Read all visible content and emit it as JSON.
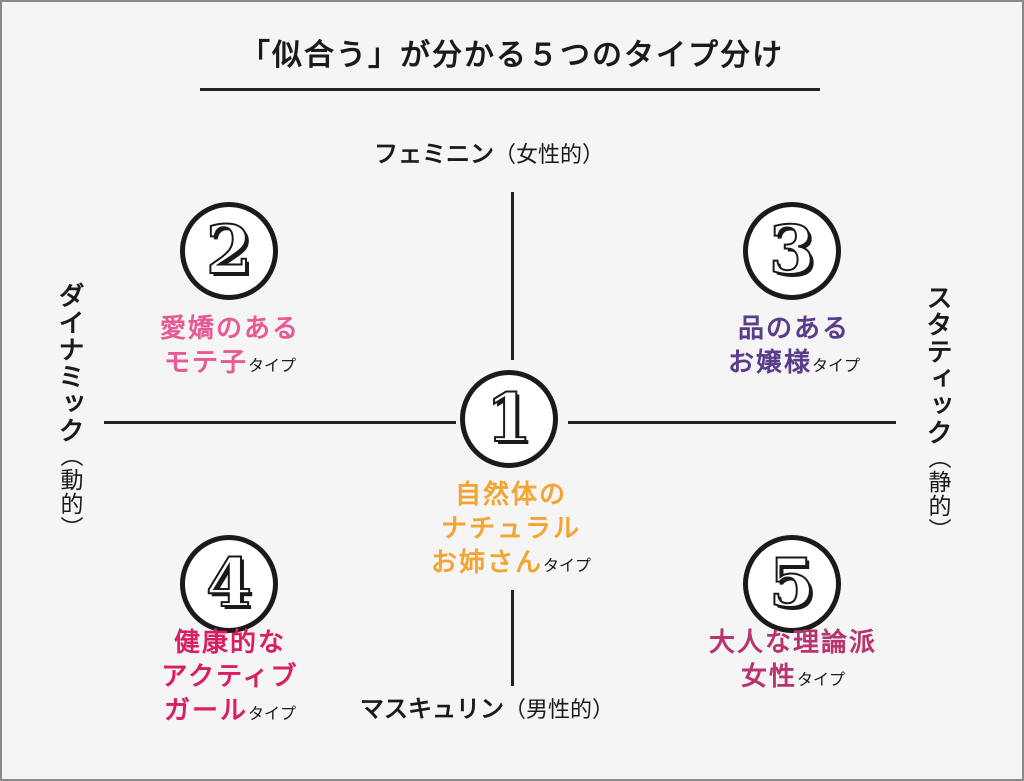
{
  "title": "「似合う」が分かる５つのタイプ分け",
  "axes": {
    "top": {
      "main": "フェミニン",
      "paren": "（女性的）"
    },
    "bottom": {
      "main": "マスキュリン",
      "paren": "（男性的）"
    },
    "left": {
      "main": "ダイナミック",
      "paren": "（動的）"
    },
    "right": {
      "main": "スタティック",
      "paren": "（静的）"
    }
  },
  "types": [
    {
      "number": "1",
      "lines": [
        "自然体の",
        "ナチュラル",
        "お姉さん"
      ],
      "suffix": "タイプ",
      "color": "#f2a532"
    },
    {
      "number": "2",
      "lines": [
        "愛嬌のある",
        "モテ子"
      ],
      "suffix": "タイプ",
      "color": "#e75a93"
    },
    {
      "number": "3",
      "lines": [
        "品のある",
        "お嬢様"
      ],
      "suffix": "タイプ",
      "color": "#5a3c8c"
    },
    {
      "number": "4",
      "lines": [
        "健康的な",
        "アクティブ",
        "ガール"
      ],
      "suffix": "タイプ",
      "color": "#d91e63"
    },
    {
      "number": "5",
      "lines": [
        "大人な理論派",
        "女性"
      ],
      "suffix": "タイプ",
      "color": "#b8346f"
    }
  ]
}
